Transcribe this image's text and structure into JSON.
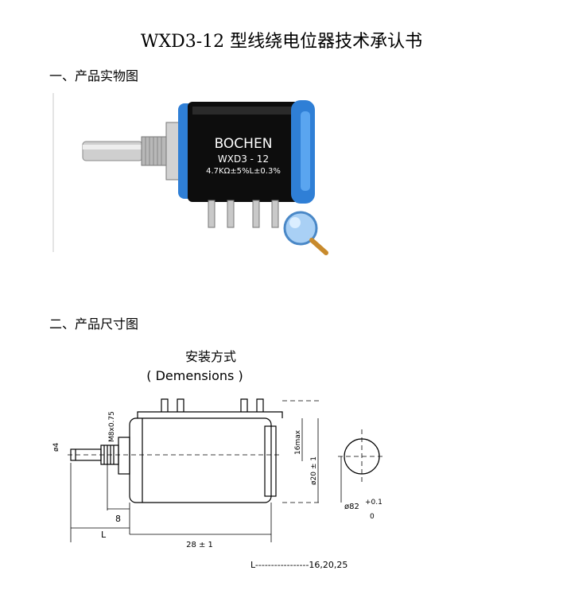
{
  "document": {
    "title": "WXD3-12 型线绕电位器技术承认书",
    "sections": [
      {
        "heading": "一、产品实物图"
      },
      {
        "heading": "二、产品尺寸图"
      }
    ]
  },
  "photo": {
    "brand": "BOCHEN",
    "model": "WXD3 - 12",
    "spec": "4.7KΩ±5%L±0.3%",
    "magnifier_icon": "magnifier-icon",
    "colors": {
      "body": "#0d0d0d",
      "cap": "#2f7fd6",
      "metal": "#c9c9c9"
    }
  },
  "drawing": {
    "caption_cn": "安装方式",
    "caption_en": "( Demensions )",
    "dims": {
      "shaft_dia": "ø4",
      "thread": "M8x0.75",
      "bushing": "8",
      "length_label": "L",
      "body_length": "28 ± 1",
      "body_dia": "ø20 ± 1",
      "terminal_height": "16max",
      "round_dia": "ø82",
      "tol_upper": "+0.1",
      "tol_lower": "0"
    },
    "legend": "L-----------------16,20,25"
  }
}
